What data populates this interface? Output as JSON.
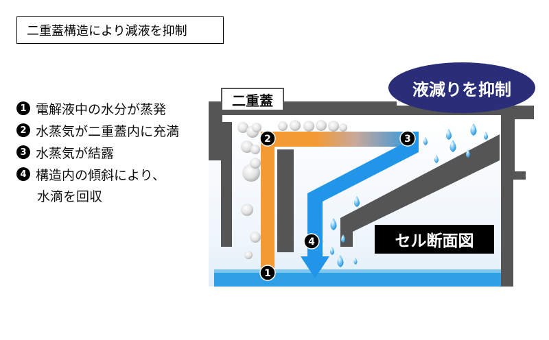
{
  "title": "二重蓋構造により減液を抑制",
  "steps": [
    {
      "num": "1",
      "text": "電解液中の水分が蒸発"
    },
    {
      "num": "2",
      "text": "水蒸気が二重蓋内に充満"
    },
    {
      "num": "3",
      "text": "水蒸気が結露"
    },
    {
      "num": "4",
      "text": "構造内の傾斜により、",
      "cont": "水滴を回収"
    }
  ],
  "diagram": {
    "badge": "液減りを抑制",
    "lid_label": "二重蓋",
    "cell_label": "セル断面図",
    "markers": [
      "1",
      "2",
      "3",
      "4"
    ]
  },
  "colors": {
    "wall": "#555555",
    "electrolyte": "#2f9fe6",
    "vapor_path": "#f39a35",
    "flow_path": "#2196e8",
    "badge_bg": "#2a2e78"
  }
}
